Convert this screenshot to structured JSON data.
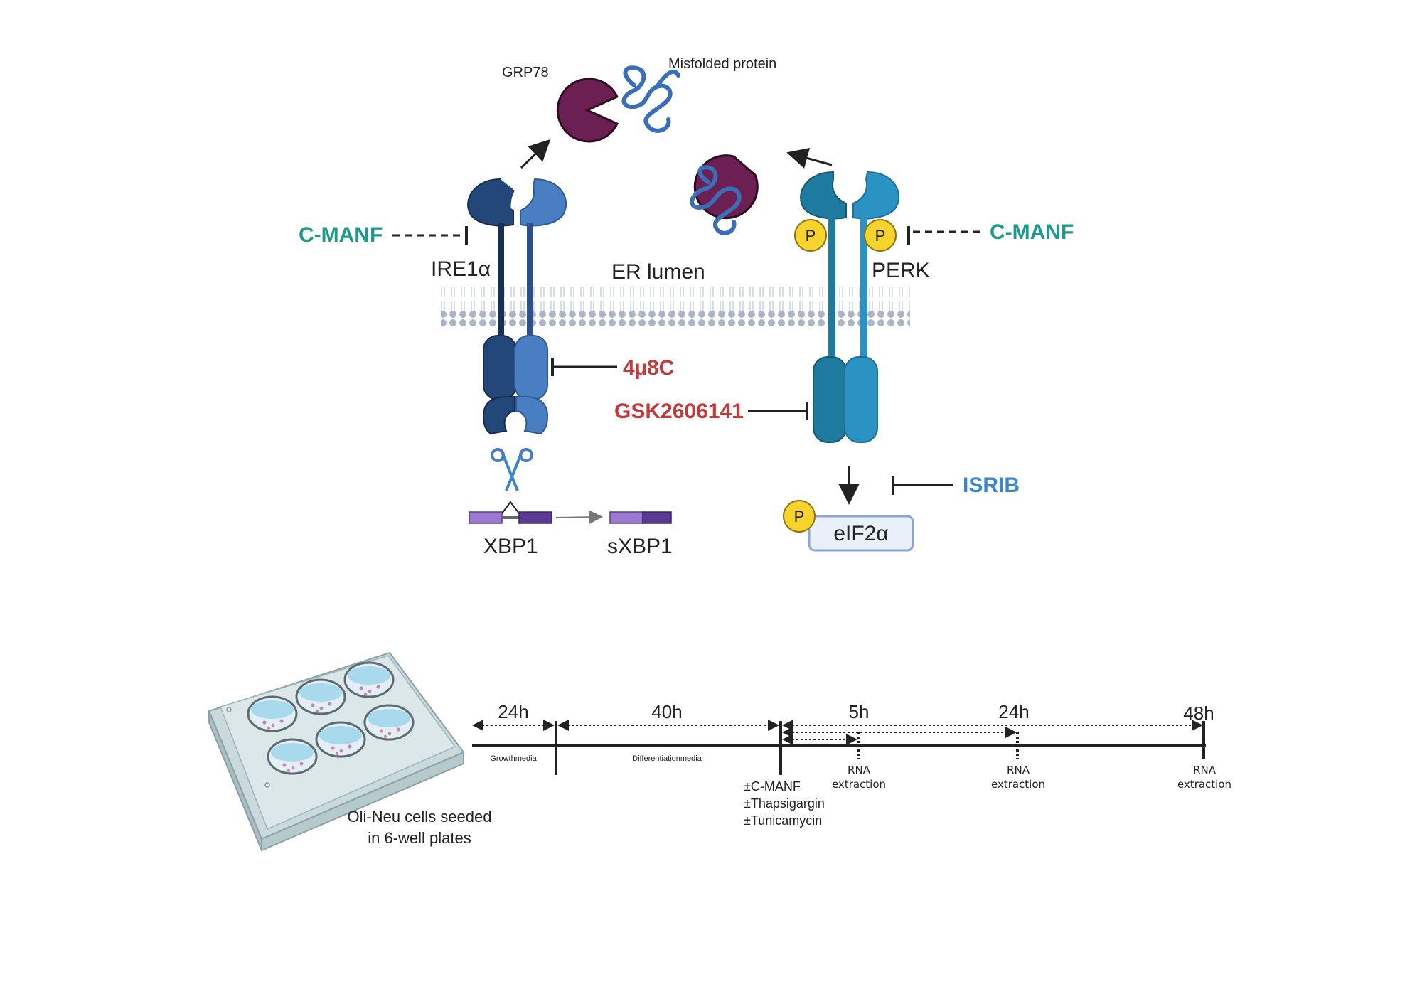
{
  "pathway": {
    "grp78_label": "GRP78",
    "misfolded_label": "Misfolded protein",
    "er_lumen_label": "ER lumen",
    "ire1_label": "IRE1α",
    "perk_label": "PERK",
    "cmanf_left": "C-MANF",
    "cmanf_right": "C-MANF",
    "inhibitor_4u8c": "4µ8C",
    "inhibitor_gsk": "GSK2606141",
    "inhibitor_isrib": "ISRIB",
    "phospho_label": "P",
    "xbp1_label": "XBP1",
    "sxbp1_label": "sXBP1",
    "eif2a_label": "eIF2α"
  },
  "colors": {
    "grp78": "#6b1f52",
    "misfolded": "#3a6fb8",
    "ire1_dark": "#24477a",
    "ire1_light": "#4a7ec2",
    "perk_dark": "#1f7aa0",
    "perk_light": "#2a93c4",
    "phospho": "#f6d32d",
    "cmanf": "#1e9a8c",
    "inhibitor_red": "#c23a3a",
    "isrib_blue": "#3a86c8",
    "membrane": "#b8c4d4",
    "xbp1_light": "#9a79cf",
    "xbp1_dark": "#5a3a94"
  },
  "timeline": {
    "plate_caption_line1": "Oli-Neu cells seeded",
    "plate_caption_line2": "in 6-well plates",
    "dur_24h": "24h",
    "dur_40h": "40h",
    "time_5h": "5h",
    "time_24h": "24h",
    "time_48h": "48h",
    "growth_media": "Growthmedia",
    "diff_media": "Differentiationmedia",
    "treatment_1": "±C-MANF",
    "treatment_2": "±Thapsigargin",
    "treatment_3": "±Tunicamycin",
    "rna_1_line1": "RNA",
    "rna_1_line2": "extraction",
    "rna_2_line1": "RNA",
    "rna_2_line2": "extraction",
    "rna_3_line1": "RNA",
    "rna_3_line2": "extraction"
  }
}
